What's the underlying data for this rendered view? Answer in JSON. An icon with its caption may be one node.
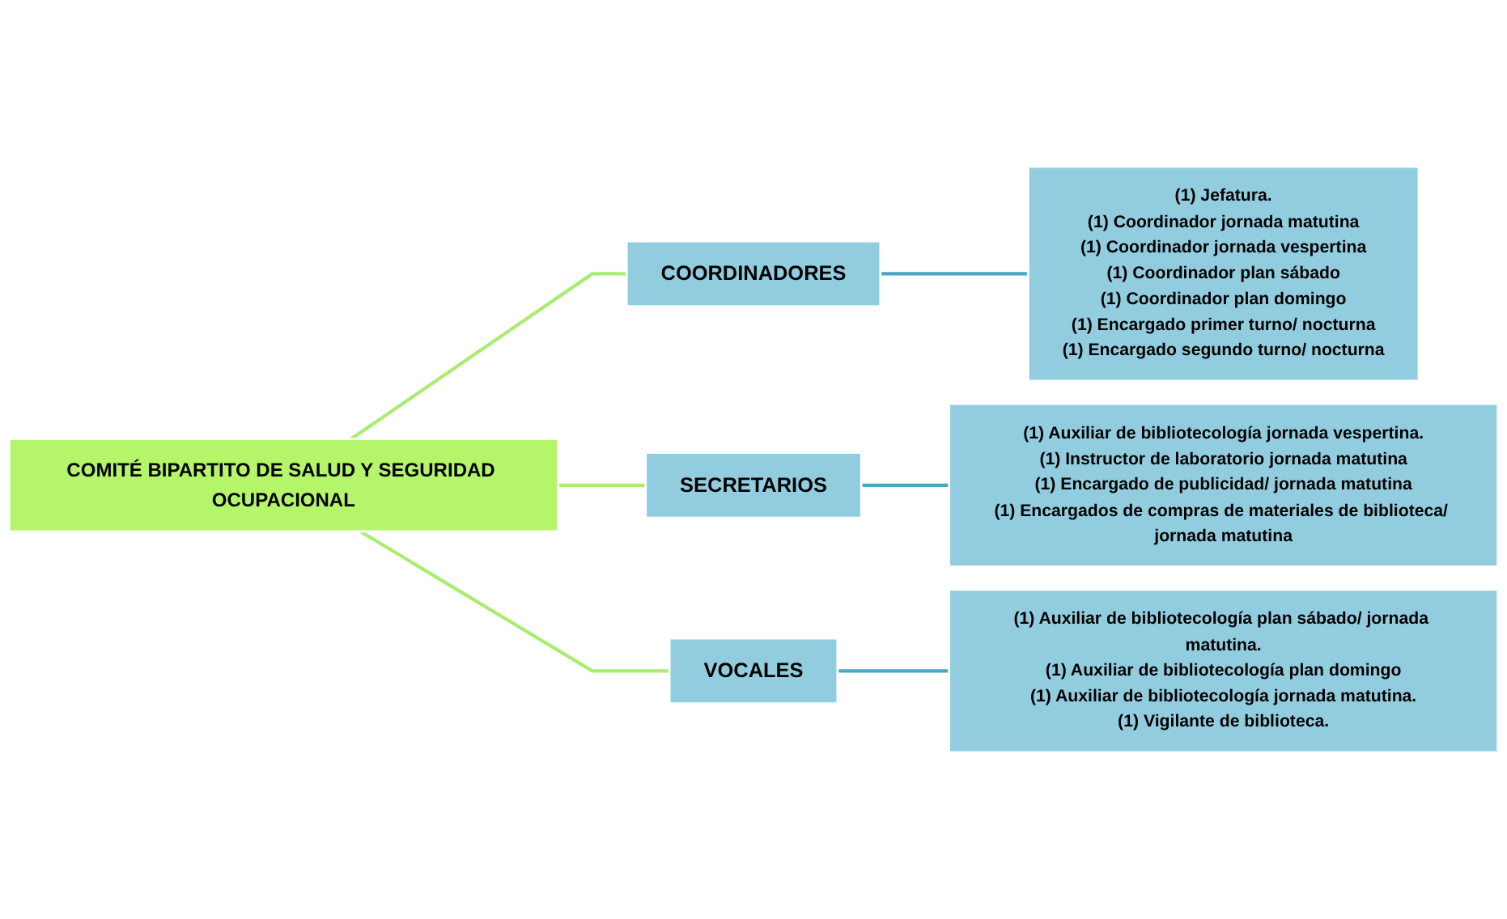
{
  "diagram": {
    "nodes": [
      {
        "text": [
          "COMITÉ BIPARTITO DE SALUD Y SEGURIDAD OCUPACIONAL"
        ]
      },
      {
        "text": [
          "COORDINADORES"
        ]
      },
      {
        "text": [
          "(1) Jefatura.",
          "(1) Coordinador jornada matutina",
          "(1) Coordinador jornada vespertina",
          "(1) Coordinador plan sábado",
          "(1) Coordinador plan domingo",
          "(1) Encargado primer turno/ nocturna",
          "(1) Encargado segundo turno/ nocturna"
        ]
      },
      {
        "text": [
          "SECRETARIOS"
        ]
      },
      {
        "text": [
          "(1) Auxiliar de bibliotecología jornada vespertina.",
          "(1) Instructor de laboratorio jornada matutina",
          "(1) Encargado de publicidad/ jornada matutina",
          "(1) Encargados de compras de materiales de biblioteca/ jornada matutina"
        ]
      },
      {
        "text": [
          "VOCALES"
        ]
      },
      {
        "text": [
          "(1) Auxiliar de bibliotecología plan sábado/ jornada matutina.",
          "(1) Auxiliar de bibliotecología plan domingo",
          "(1) Auxiliar de bibliotecología jornada matutina.",
          "(1) Vigilante de biblioteca."
        ]
      }
    ],
    "edges": [
      {
        "from": 0,
        "to": 1,
        "arrow": "none",
        "color": "#a8ec70"
      },
      {
        "from": 0,
        "to": 3,
        "arrow": "none",
        "color": "#a8ec70"
      },
      {
        "from": 0,
        "to": 5,
        "arrow": "none",
        "color": "#a8ec70"
      },
      {
        "from": 1,
        "to": 2,
        "arrow": "none",
        "color": "#4aa6c4"
      },
      {
        "from": 3,
        "to": 4,
        "arrow": "none",
        "color": "#4aa6c4"
      },
      {
        "from": 5,
        "to": 6,
        "arrow": "none",
        "color": "#4aa6c4"
      }
    ]
  }
}
